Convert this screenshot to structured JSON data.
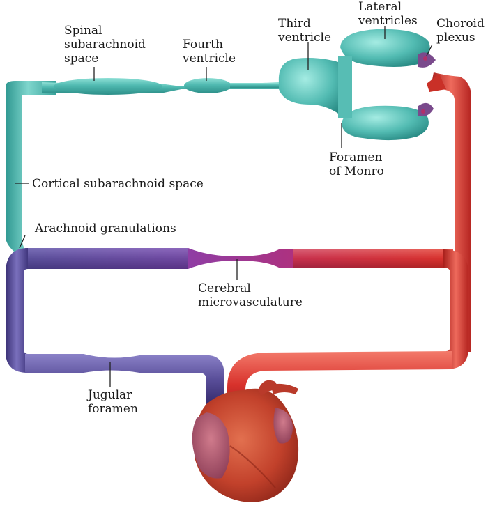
{
  "labels": {
    "spinal": "Spinal\nsubarachnoid\nspace",
    "fourth": "Fourth\nventricle",
    "third": "Third\nventricle",
    "lateral": "Lateral\nventricles",
    "choroid": "Choroid\nplexus",
    "monro": "Foramen\nof Monro",
    "cortical": "Cortical subarachnoid space",
    "arachnoid": "Arachnoid granulations",
    "cerebral": "Cerebral\nmicrovasculature",
    "jugular": "Jugular\nforamen"
  },
  "colors": {
    "csf": "#5cbcb4",
    "venous": "#5a4f9a",
    "arterial": "#d8322c",
    "heart": "#c8452e"
  }
}
